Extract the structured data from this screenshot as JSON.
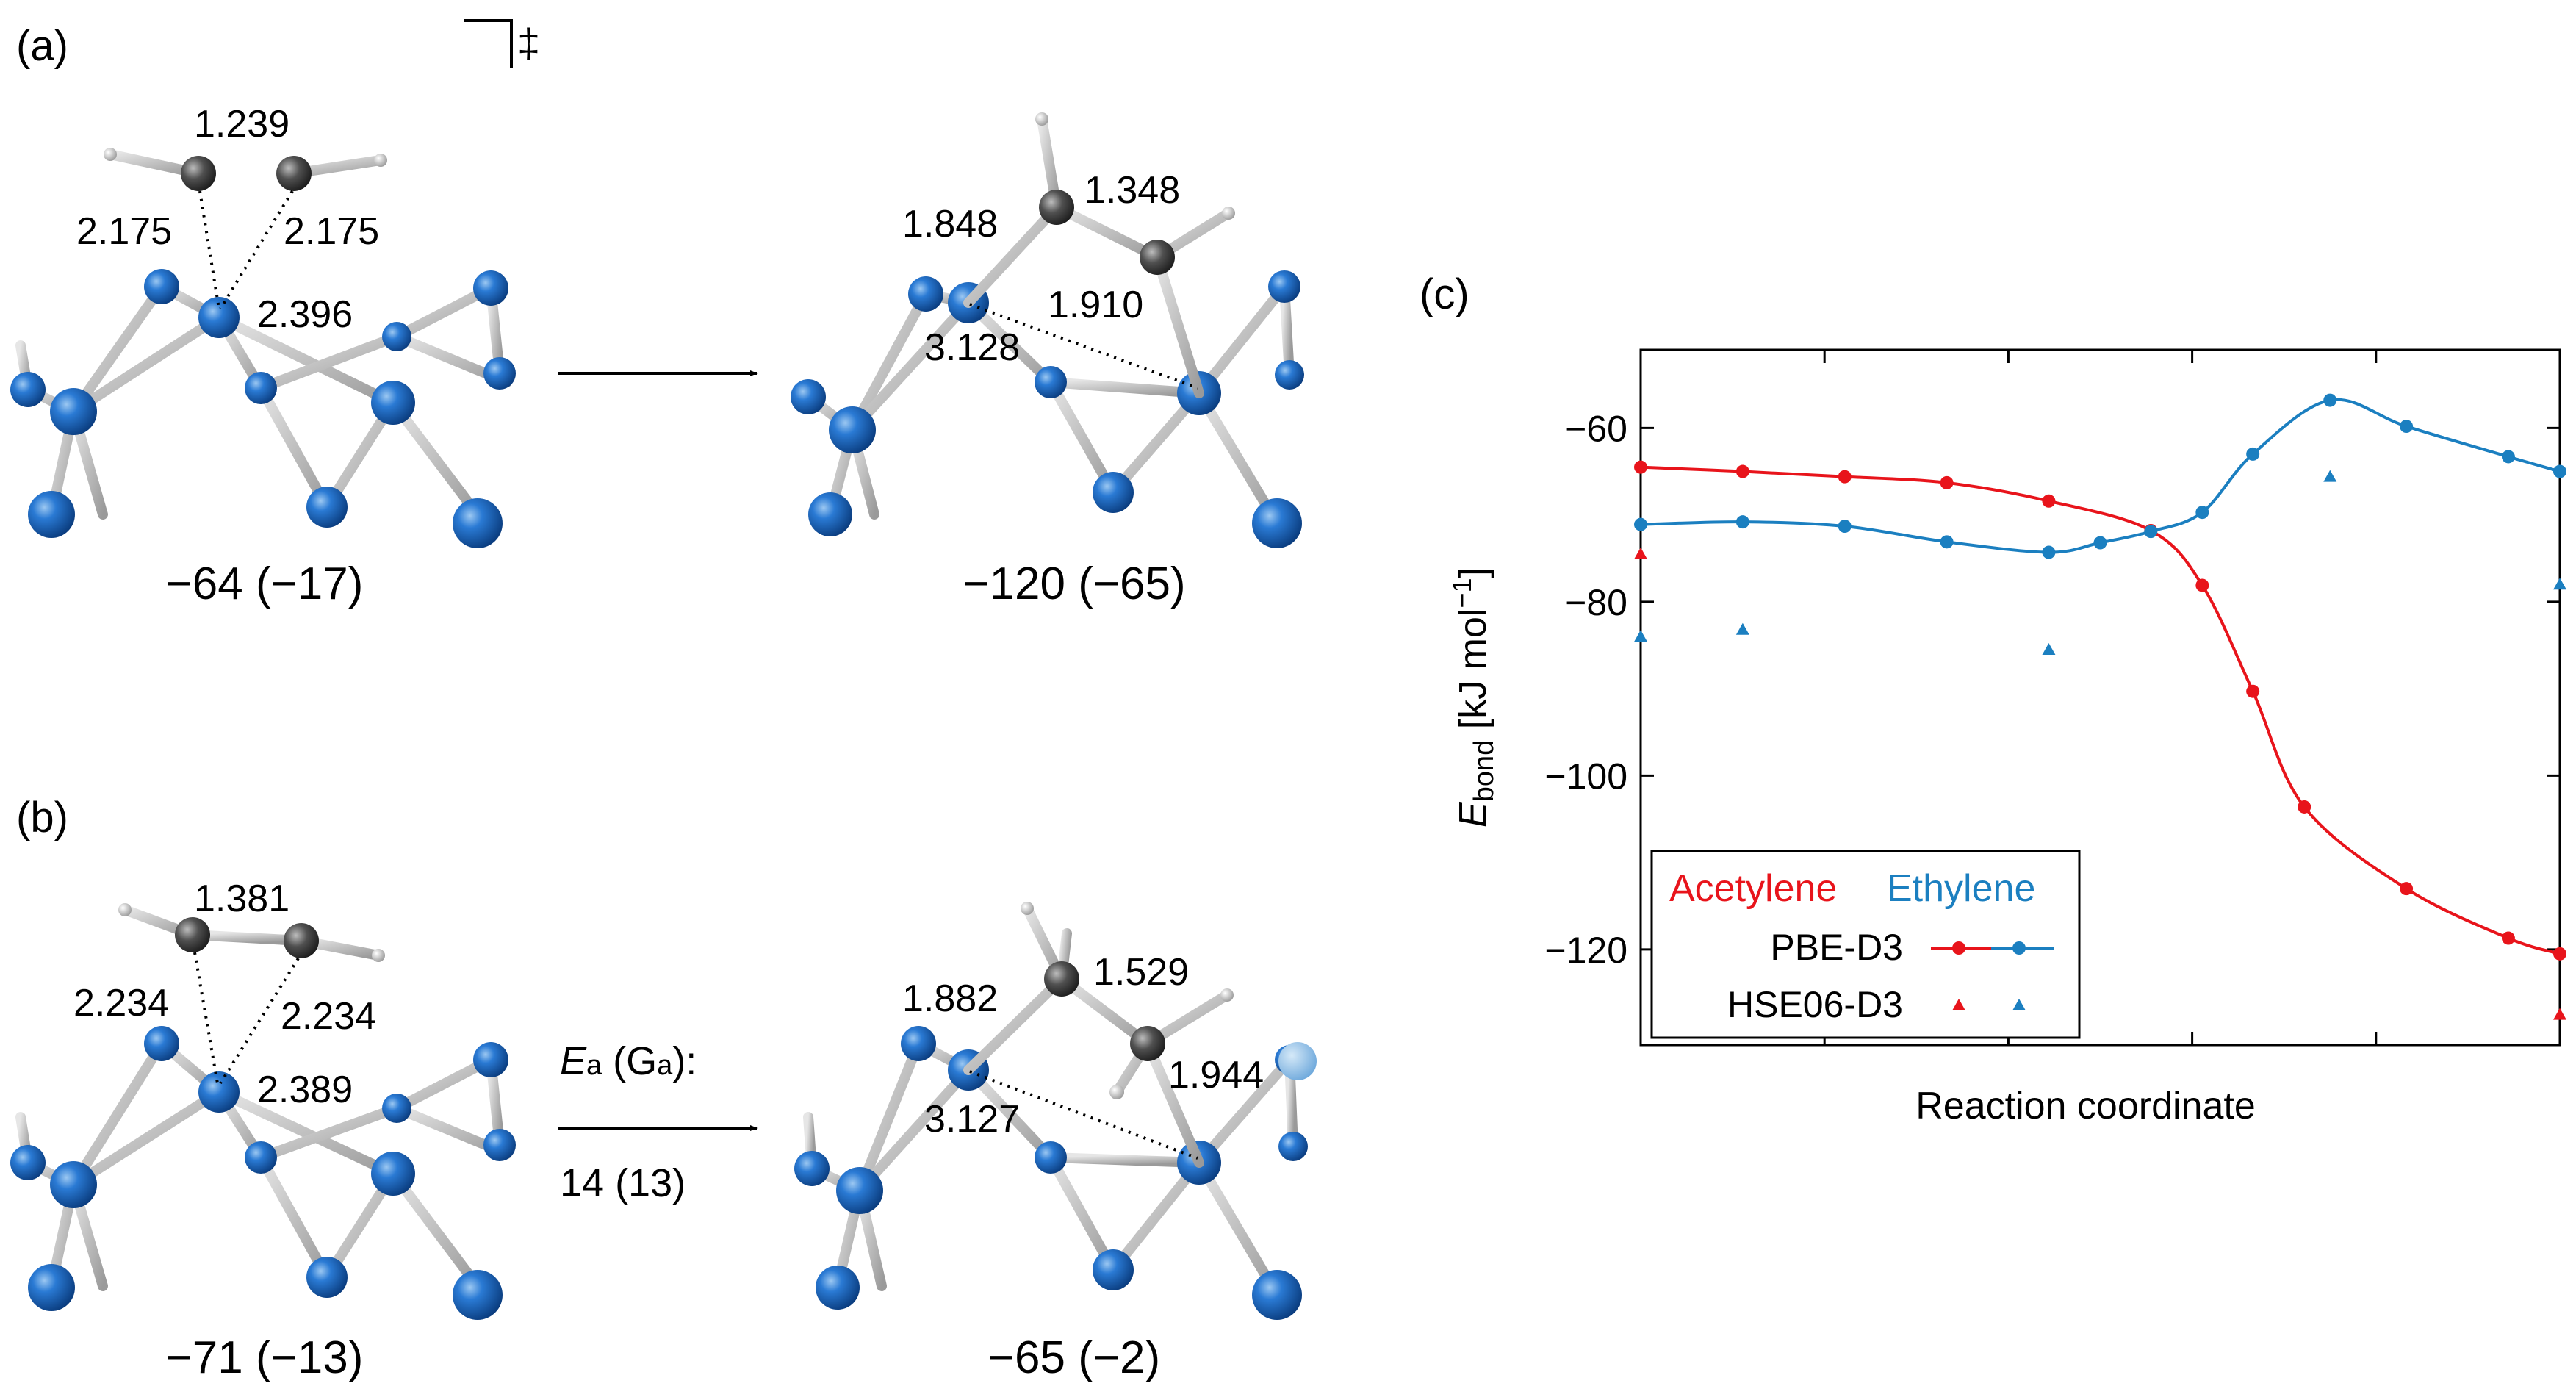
{
  "panels": {
    "a": {
      "label": "(a)",
      "ts_symbol": "‡",
      "left": {
        "bonds": [
          "1.239",
          "2.175",
          "2.175",
          "2.396"
        ],
        "energy": "−64 (−17)"
      },
      "right": {
        "bonds": [
          "1.848",
          "1.348",
          "1.910",
          "3.128"
        ],
        "energy": "−120 (−65)"
      }
    },
    "b": {
      "label": "(b)",
      "arrow_top_prefix": "E",
      "arrow_top_sub1": "a",
      "arrow_top_mid": " (G",
      "arrow_top_sub2": "a",
      "arrow_top_suffix": "):",
      "arrow_bottom": "14 (13)",
      "left": {
        "bonds": [
          "1.381",
          "2.234",
          "2.234",
          "2.389"
        ],
        "energy": "−71 (−13)"
      },
      "right": {
        "bonds": [
          "1.882",
          "1.529",
          "1.944",
          "3.127"
        ],
        "energy": "−65 (−2)"
      }
    },
    "c": {
      "label": "(c)"
    }
  },
  "colors": {
    "acetylene": "#e8141b",
    "ethylene": "#1b7fc0",
    "silicon": "#1566c0",
    "carbon": "#505050",
    "bond": "#c4c4c4"
  },
  "chart_data": {
    "type": "line",
    "xlabel": "Reaction coordinate",
    "ylabel_main": "E",
    "ylabel_sub": "bond",
    "ylabel_unit": " [kJ mol",
    "ylabel_sup": "−1",
    "ylabel_end": "]",
    "ylim": [
      -131,
      -51
    ],
    "yticks": [
      -60,
      -80,
      -100,
      -120
    ],
    "ytick_labels": [
      "−60",
      "−80",
      "−100",
      "−120"
    ],
    "xlim": [
      0,
      10
    ],
    "xticks": [
      2,
      4,
      6,
      8
    ],
    "x_tick_labels": false,
    "legend": {
      "title_left": "Acetylene",
      "title_right": "Ethylene",
      "row1": "PBE-D3",
      "row2": "HSE06-D3",
      "placement": "bottom-left"
    },
    "series": [
      {
        "method": "PBE-D3",
        "molecule": "Acetylene",
        "style": "line+circle",
        "x": [
          0,
          1.11,
          2.22,
          3.33,
          4.44,
          5.55,
          6.11,
          6.66,
          7.22,
          8.33,
          9.44,
          10
        ],
        "y": [
          -64.5,
          -65,
          -65.6,
          -66.3,
          -68.4,
          -71.8,
          -78.1,
          -90.3,
          -103.6,
          -113,
          -118.7,
          -120.5
        ]
      },
      {
        "method": "PBE-D3",
        "molecule": "Ethylene",
        "style": "line+circle",
        "x": [
          0,
          1.11,
          2.22,
          3.33,
          4.44,
          5,
          5.55,
          6.11,
          6.66,
          7.5,
          8.33,
          9.44,
          10
        ],
        "y": [
          -71.1,
          -70.8,
          -71.3,
          -73.1,
          -74.3,
          -73.2,
          -71.9,
          -69.7,
          -63,
          -56.8,
          -59.8,
          -63.3,
          -65
        ]
      },
      {
        "method": "HSE06-D3",
        "molecule": "Acetylene",
        "style": "triangle",
        "x": [
          0,
          10
        ],
        "y": [
          -74.5,
          -127.5
        ]
      },
      {
        "method": "HSE06-D3",
        "molecule": "Ethylene",
        "style": "triangle",
        "x": [
          0,
          1.11,
          4.44,
          7.5,
          10
        ],
        "y": [
          -84,
          -83.2,
          -85.5,
          -65.6,
          -78
        ]
      }
    ]
  }
}
